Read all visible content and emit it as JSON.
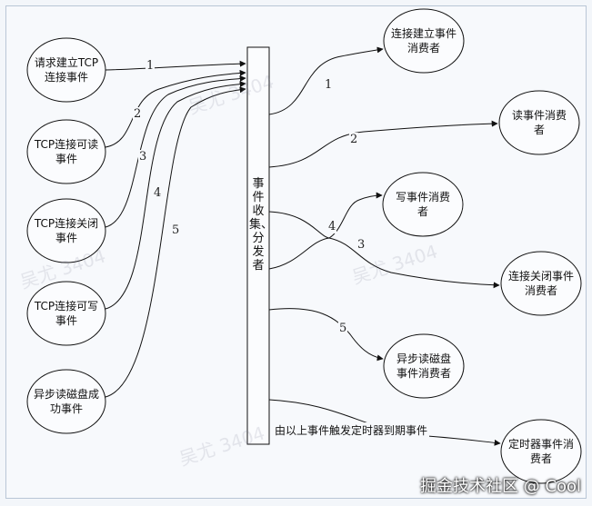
{
  "center_label": "事件收集、分发者",
  "producers": [
    {
      "label": "请求建立TCP连接事件",
      "edge": "1"
    },
    {
      "label": "TCP连接可读事件",
      "edge": "2"
    },
    {
      "label": "TCP连接关闭事件",
      "edge": "3"
    },
    {
      "label": "TCP连接可写事件",
      "edge": "4"
    },
    {
      "label": "异步读磁盘成功事件",
      "edge": "5"
    }
  ],
  "consumers": [
    {
      "label": "连接建立事件消费者",
      "edge": "1"
    },
    {
      "label": "读事件消费者",
      "edge": "2"
    },
    {
      "label": "写事件消费者",
      "edge": "4"
    },
    {
      "label": "连接关闭事件消费者",
      "edge": "3"
    },
    {
      "label": "异步读磁盘事件消费者",
      "edge": "5"
    },
    {
      "label": "定时器事件消费者",
      "edge": ""
    }
  ],
  "timer_note": "由以上事件触发定时器到期事件",
  "watermarks": [
    "吴尤 3404",
    "吴尤 3404",
    "吴尤 3404",
    "吴尤 3404"
  ],
  "brand": "掘金技术社区 @ Cool",
  "colors": {
    "line": "#111111",
    "background": "#f7f9fc"
  }
}
